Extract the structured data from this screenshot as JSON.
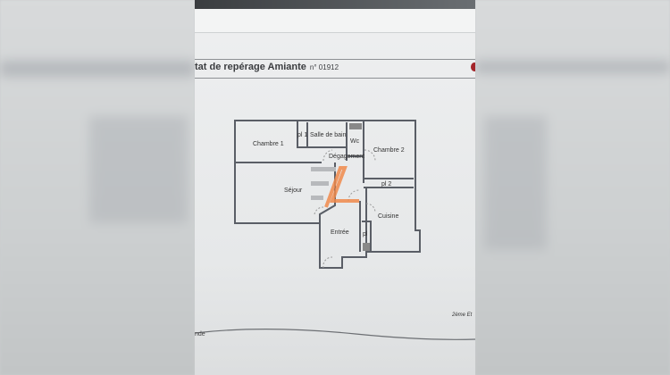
{
  "header": {
    "title": "tat de repérage Amiante",
    "number": "n° 01912"
  },
  "plan": {
    "rooms": {
      "chambre1": "Chambre 1",
      "pl1": "pl 1",
      "salle_de_bain": "Salle de bain",
      "wc": "Wc",
      "chambre2": "Chambre 2",
      "degagement": "Dégagement",
      "pl2": "pl 2",
      "sejour": "Séjour",
      "cuisine": "Cuisine",
      "entree": "Entrée",
      "pl": "pl"
    }
  },
  "footer": {
    "floor": "2ème Et",
    "partial": "nde"
  },
  "colors": {
    "logo": "#f08a4b",
    "walls": "#5a5e66",
    "accent_dot": "#a3252a"
  }
}
